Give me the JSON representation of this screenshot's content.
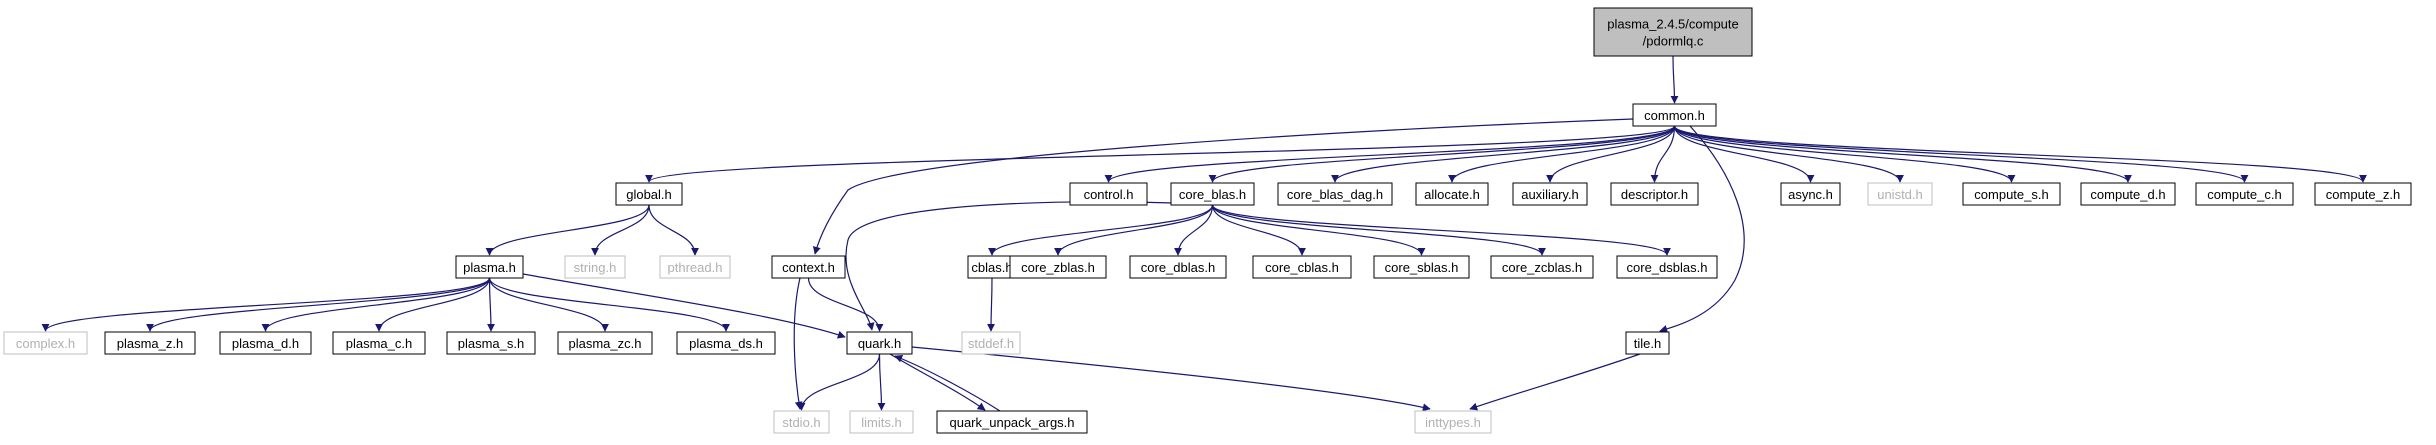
{
  "title": "plasma_2.4.5/compute/pdormlq.c",
  "colors": {
    "edge": "#191970",
    "node_border": "#000000",
    "missing_border": "#bfbfbf",
    "root_fill": "#bfbfbf",
    "background": "#ffffff"
  },
  "nodes": [
    {
      "id": "root",
      "lines": [
        "plasma_2.4.5/compute",
        "/pdormlq.c"
      ],
      "type": "root"
    },
    {
      "id": "common",
      "lines": [
        "common.h"
      ],
      "type": "file"
    },
    {
      "id": "global",
      "lines": [
        "global.h"
      ],
      "type": "file"
    },
    {
      "id": "control",
      "lines": [
        "control.h"
      ],
      "type": "file"
    },
    {
      "id": "core_blas",
      "lines": [
        "core_blas.h"
      ],
      "type": "file"
    },
    {
      "id": "core_blas_dag",
      "lines": [
        "core_blas_dag.h"
      ],
      "type": "file"
    },
    {
      "id": "allocate",
      "lines": [
        "allocate.h"
      ],
      "type": "file"
    },
    {
      "id": "auxiliary",
      "lines": [
        "auxiliary.h"
      ],
      "type": "file"
    },
    {
      "id": "descriptor",
      "lines": [
        "descriptor.h"
      ],
      "type": "file"
    },
    {
      "id": "async",
      "lines": [
        "async.h"
      ],
      "type": "file"
    },
    {
      "id": "unistd",
      "lines": [
        "unistd.h"
      ],
      "type": "missing"
    },
    {
      "id": "compute_s",
      "lines": [
        "compute_s.h"
      ],
      "type": "file"
    },
    {
      "id": "compute_d",
      "lines": [
        "compute_d.h"
      ],
      "type": "file"
    },
    {
      "id": "compute_c",
      "lines": [
        "compute_c.h"
      ],
      "type": "file"
    },
    {
      "id": "compute_z",
      "lines": [
        "compute_z.h"
      ],
      "type": "file"
    },
    {
      "id": "plasma",
      "lines": [
        "plasma.h"
      ],
      "type": "file"
    },
    {
      "id": "string",
      "lines": [
        "string.h"
      ],
      "type": "missing"
    },
    {
      "id": "pthread",
      "lines": [
        "pthread.h"
      ],
      "type": "missing"
    },
    {
      "id": "context",
      "lines": [
        "context.h"
      ],
      "type": "file"
    },
    {
      "id": "cblas",
      "lines": [
        "cblas.h"
      ],
      "type": "file"
    },
    {
      "id": "core_zblas",
      "lines": [
        "core_zblas.h"
      ],
      "type": "file"
    },
    {
      "id": "core_dblas",
      "lines": [
        "core_dblas.h"
      ],
      "type": "file"
    },
    {
      "id": "core_cblas",
      "lines": [
        "core_cblas.h"
      ],
      "type": "file"
    },
    {
      "id": "core_sblas",
      "lines": [
        "core_sblas.h"
      ],
      "type": "file"
    },
    {
      "id": "core_zcblas",
      "lines": [
        "core_zcblas.h"
      ],
      "type": "file"
    },
    {
      "id": "core_dsblas",
      "lines": [
        "core_dsblas.h"
      ],
      "type": "file"
    },
    {
      "id": "stddef",
      "lines": [
        "stddef.h"
      ],
      "type": "missing"
    },
    {
      "id": "complex",
      "lines": [
        "complex.h"
      ],
      "type": "missing"
    },
    {
      "id": "plasma_z",
      "lines": [
        "plasma_z.h"
      ],
      "type": "file"
    },
    {
      "id": "plasma_d",
      "lines": [
        "plasma_d.h"
      ],
      "type": "file"
    },
    {
      "id": "plasma_c",
      "lines": [
        "plasma_c.h"
      ],
      "type": "file"
    },
    {
      "id": "plasma_s",
      "lines": [
        "plasma_s.h"
      ],
      "type": "file"
    },
    {
      "id": "plasma_zc",
      "lines": [
        "plasma_zc.h"
      ],
      "type": "file"
    },
    {
      "id": "plasma_ds",
      "lines": [
        "plasma_ds.h"
      ],
      "type": "file"
    },
    {
      "id": "quark",
      "lines": [
        "quark.h"
      ],
      "type": "file"
    },
    {
      "id": "stdio",
      "lines": [
        "stdio.h"
      ],
      "type": "missing"
    },
    {
      "id": "limits",
      "lines": [
        "limits.h"
      ],
      "type": "missing"
    },
    {
      "id": "quark_unpack_args",
      "lines": [
        "quark_unpack_args.h"
      ],
      "type": "file"
    },
    {
      "id": "tile",
      "lines": [
        "tile.h"
      ],
      "type": "file"
    },
    {
      "id": "inttypes",
      "lines": [
        "inttypes.h"
      ],
      "type": "missing"
    }
  ],
  "edges": [
    [
      "root",
      "common"
    ],
    [
      "common",
      "global"
    ],
    [
      "common",
      "context"
    ],
    [
      "common",
      "control"
    ],
    [
      "common",
      "core_blas"
    ],
    [
      "common",
      "core_blas_dag"
    ],
    [
      "common",
      "allocate"
    ],
    [
      "common",
      "auxiliary"
    ],
    [
      "common",
      "descriptor"
    ],
    [
      "common",
      "tile"
    ],
    [
      "common",
      "async"
    ],
    [
      "common",
      "unistd"
    ],
    [
      "common",
      "compute_s"
    ],
    [
      "common",
      "compute_d"
    ],
    [
      "common",
      "compute_c"
    ],
    [
      "common",
      "compute_z"
    ],
    [
      "global",
      "plasma"
    ],
    [
      "global",
      "string"
    ],
    [
      "global",
      "pthread"
    ],
    [
      "plasma",
      "complex"
    ],
    [
      "plasma",
      "plasma_z"
    ],
    [
      "plasma",
      "plasma_d"
    ],
    [
      "plasma",
      "plasma_c"
    ],
    [
      "plasma",
      "plasma_s"
    ],
    [
      "plasma",
      "plasma_zc"
    ],
    [
      "plasma",
      "plasma_ds"
    ],
    [
      "plasma",
      "quark"
    ],
    [
      "core_blas",
      "cblas"
    ],
    [
      "core_blas",
      "core_zblas"
    ],
    [
      "core_blas",
      "core_dblas"
    ],
    [
      "core_blas",
      "core_cblas"
    ],
    [
      "core_blas",
      "core_sblas"
    ],
    [
      "core_blas",
      "core_zcblas"
    ],
    [
      "core_blas",
      "core_dsblas"
    ],
    [
      "core_blas",
      "quark"
    ],
    [
      "cblas",
      "stddef"
    ],
    [
      "context",
      "quark"
    ],
    [
      "context",
      "stdio"
    ],
    [
      "quark",
      "stdio"
    ],
    [
      "quark",
      "limits"
    ],
    [
      "quark",
      "quark_unpack_args"
    ],
    [
      "quark",
      "inttypes"
    ],
    [
      "quark_unpack_args",
      "quark"
    ],
    [
      "tile",
      "inttypes"
    ]
  ]
}
